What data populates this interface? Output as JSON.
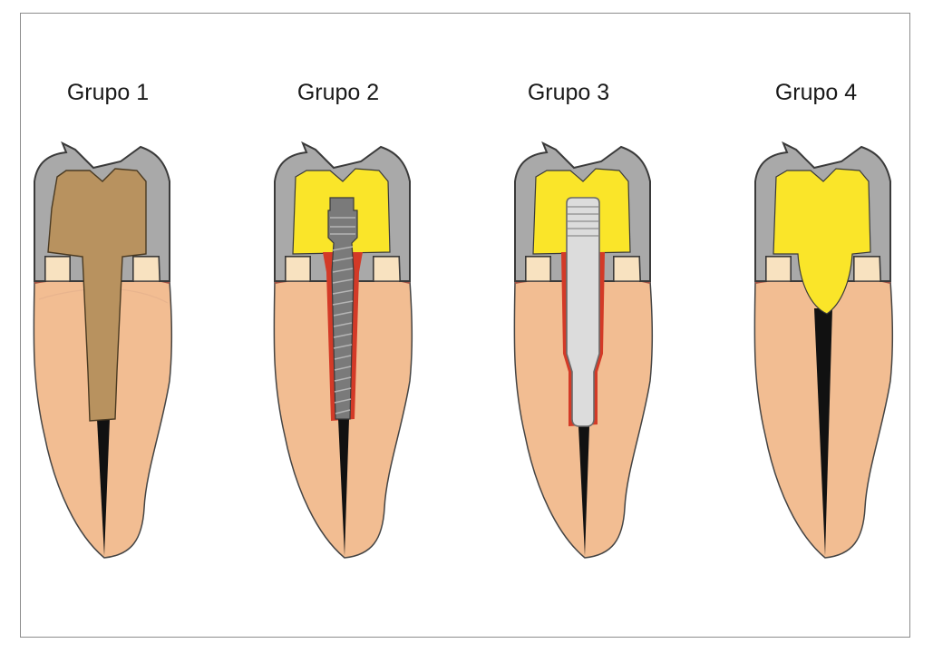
{
  "groups": [
    {
      "title": "Grupo 1"
    },
    {
      "title": "Grupo 2"
    },
    {
      "title": "Grupo 3"
    },
    {
      "title": "Grupo 4"
    }
  ],
  "colors": {
    "root": "#f2bd92",
    "crown_shell": "#a9a9a9",
    "outline": "#3a3a3a",
    "core_tan": "#b8925f",
    "core_yellow": "#fae529",
    "ferrule": "#f8e2c0",
    "cement": "#d33a27",
    "post_metal": "#7a7a7a",
    "post_fiber": "#dcdcdc",
    "gutta_percha": "#111111"
  }
}
